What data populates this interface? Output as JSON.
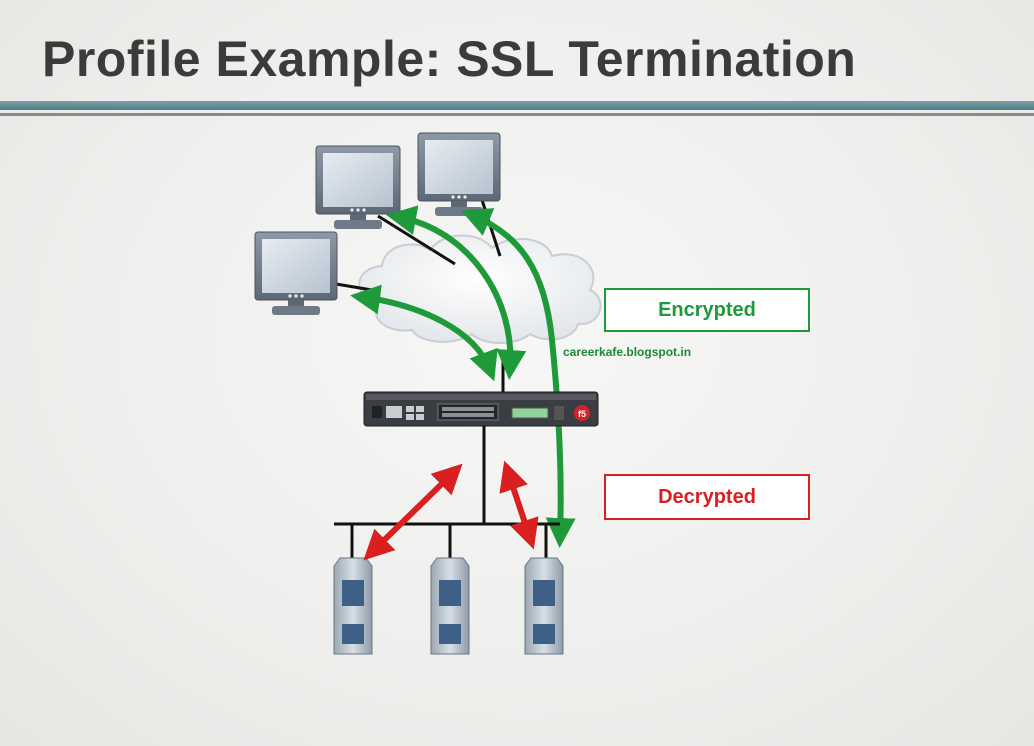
{
  "title": "Profile Example:  SSL Termination",
  "labels": {
    "encrypted": "Encrypted",
    "decrypted": "Decrypted",
    "watermark": "careerkafe.blogspot.in",
    "device_logo": "f5"
  },
  "colors": {
    "encrypted": "#1f9a3a",
    "decrypted": "#d91f1f",
    "title_rule": "#4f7e88"
  },
  "icons": [
    "monitor-icon",
    "cloud-icon",
    "load-balancer-icon",
    "server-icon"
  ]
}
